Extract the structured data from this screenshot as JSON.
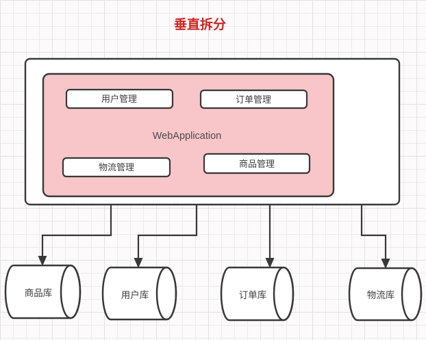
{
  "title": "垂直拆分",
  "colors": {
    "accent_red": "#cf2422",
    "app_fill_pink": "#f8c5c8",
    "shape_stroke": "#383838",
    "grid_line": "#edeaed"
  },
  "application": {
    "label": "WebApplication",
    "modules": [
      {
        "label": "用户管理"
      },
      {
        "label": "订单管理"
      },
      {
        "label": "物流管理"
      },
      {
        "label": "商品管理"
      }
    ]
  },
  "databases": [
    {
      "label": "商品库"
    },
    {
      "label": "用户库"
    },
    {
      "label": "订单库"
    },
    {
      "label": "物流库"
    }
  ],
  "connections": [
    {
      "from": "WebApplication",
      "to": "商品库"
    },
    {
      "from": "WebApplication",
      "to": "用户库"
    },
    {
      "from": "WebApplication",
      "to": "订单库"
    },
    {
      "from": "WebApplication",
      "to": "物流库"
    }
  ]
}
